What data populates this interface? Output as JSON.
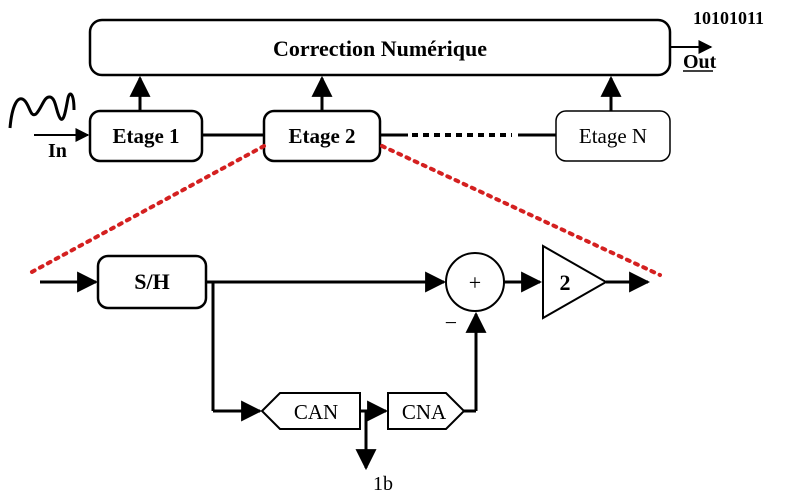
{
  "top_block": {
    "title": "Correction Numérique",
    "output_bits": "10101011",
    "output_label": "Out"
  },
  "input_label": "In",
  "stages": {
    "stage1": "Etage 1",
    "stage2": "Etage 2",
    "stageN": "Etage N"
  },
  "detail": {
    "sample_hold": "S/H",
    "adder_sign": "+",
    "minus_sign": "−",
    "gain": "2",
    "adc": "CAN",
    "dac": "CNA",
    "bit_output": "1b"
  },
  "colors": {
    "line": "#000000",
    "zoom_lines": "#d42020"
  }
}
